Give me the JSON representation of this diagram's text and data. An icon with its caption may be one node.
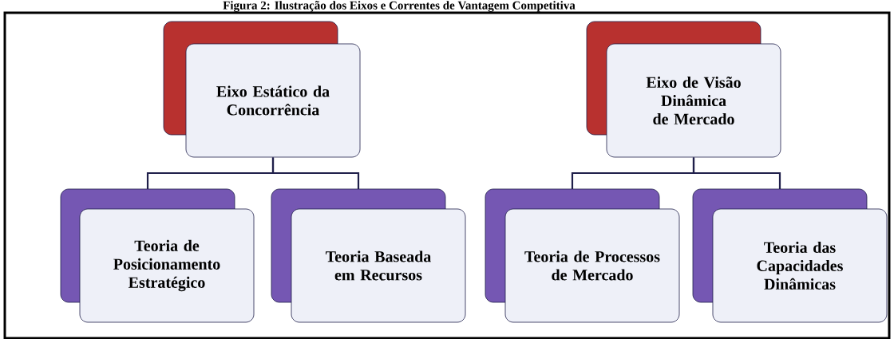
{
  "diagram": {
    "title": "Figura 2: Ilustração dos Eixos e Correntes de Vantagem Competitiva",
    "nodes": [
      {
        "text": [
          "Eixo Estático da Concorrência"
        ]
      },
      {
        "text": [
          "Teoria de Posicionamento Estratégico"
        ]
      },
      {
        "text": [
          "Teoria Baseada em Recursos"
        ]
      },
      {
        "text": [
          "Eixo de Visão Dinâmica de Mercado"
        ]
      },
      {
        "text": [
          "Teoria de Processos de Mercado"
        ]
      },
      {
        "text": [
          "Teoria das Capacidades Dinâmicas"
        ]
      }
    ],
    "edges": [
      {
        "from": 0,
        "to": 1,
        "arrow": "none"
      },
      {
        "from": 0,
        "to": 2,
        "arrow": "none"
      },
      {
        "from": 3,
        "to": 4,
        "arrow": "none"
      },
      {
        "from": 3,
        "to": 5,
        "arrow": "none"
      }
    ]
  }
}
